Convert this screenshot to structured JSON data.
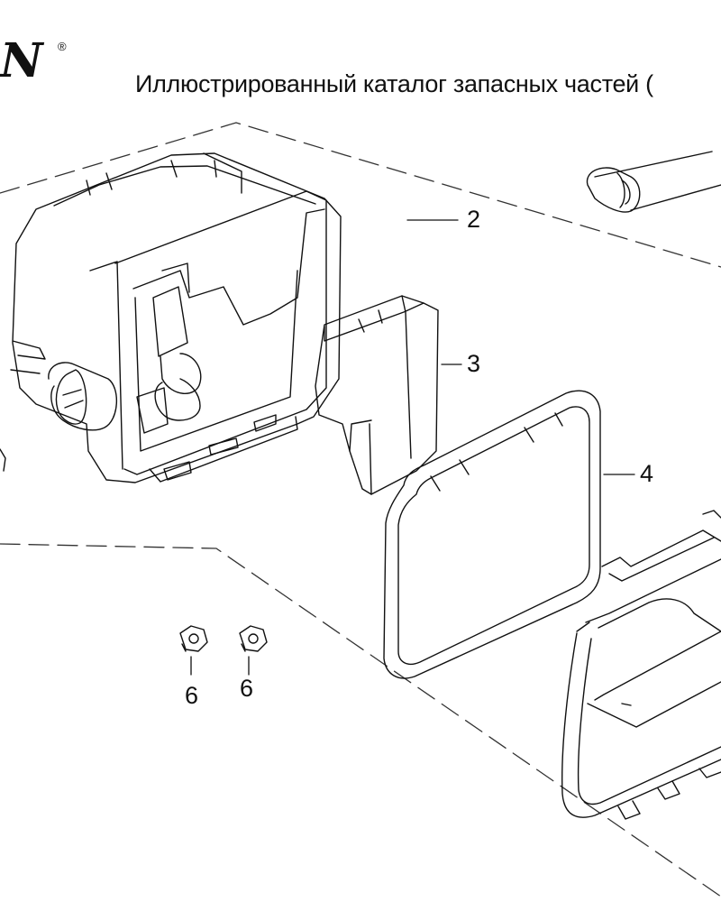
{
  "header": {
    "logo_text": "N",
    "logo_mark": "®",
    "title": "Иллюстрированный каталог запасных частей ("
  },
  "diagram": {
    "parts": [
      {
        "number": "2"
      },
      {
        "number": "3"
      },
      {
        "number": "4"
      },
      {
        "number": "6"
      },
      {
        "number": "6"
      }
    ]
  }
}
